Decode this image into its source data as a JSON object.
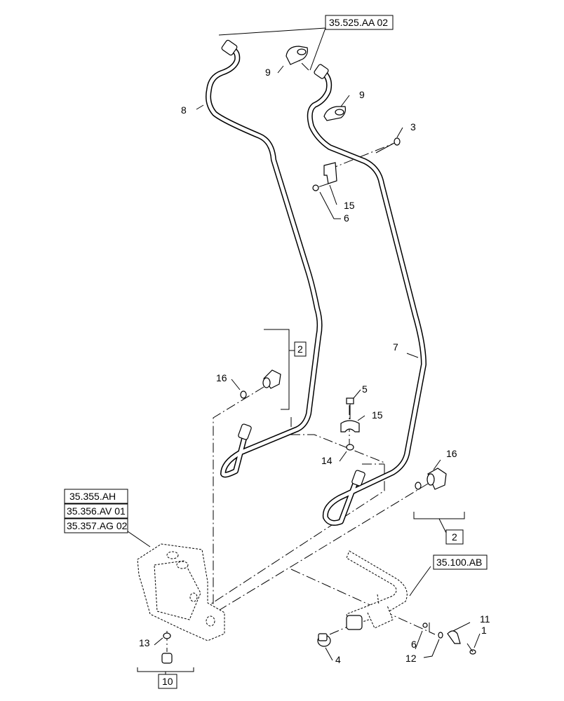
{
  "callouts": {
    "c1": "1",
    "c2a": "2",
    "c2b": "2",
    "c3": "3",
    "c4": "4",
    "c5": "5",
    "c6a": "6",
    "c6b": "6",
    "c7": "7",
    "c8": "8",
    "c9a": "9",
    "c9b": "9",
    "c10": "10",
    "c11": "11",
    "c12": "12",
    "c13": "13",
    "c14": "14",
    "c15a": "15",
    "c15b": "15",
    "c16a": "16",
    "c16b": "16"
  },
  "references": {
    "top": "35.525.AA 02",
    "valve1": "35.355.AH",
    "valve2": "35.356.AV 01",
    "valve3": "35.357.AG 02",
    "pipe": "35.100.AB"
  }
}
